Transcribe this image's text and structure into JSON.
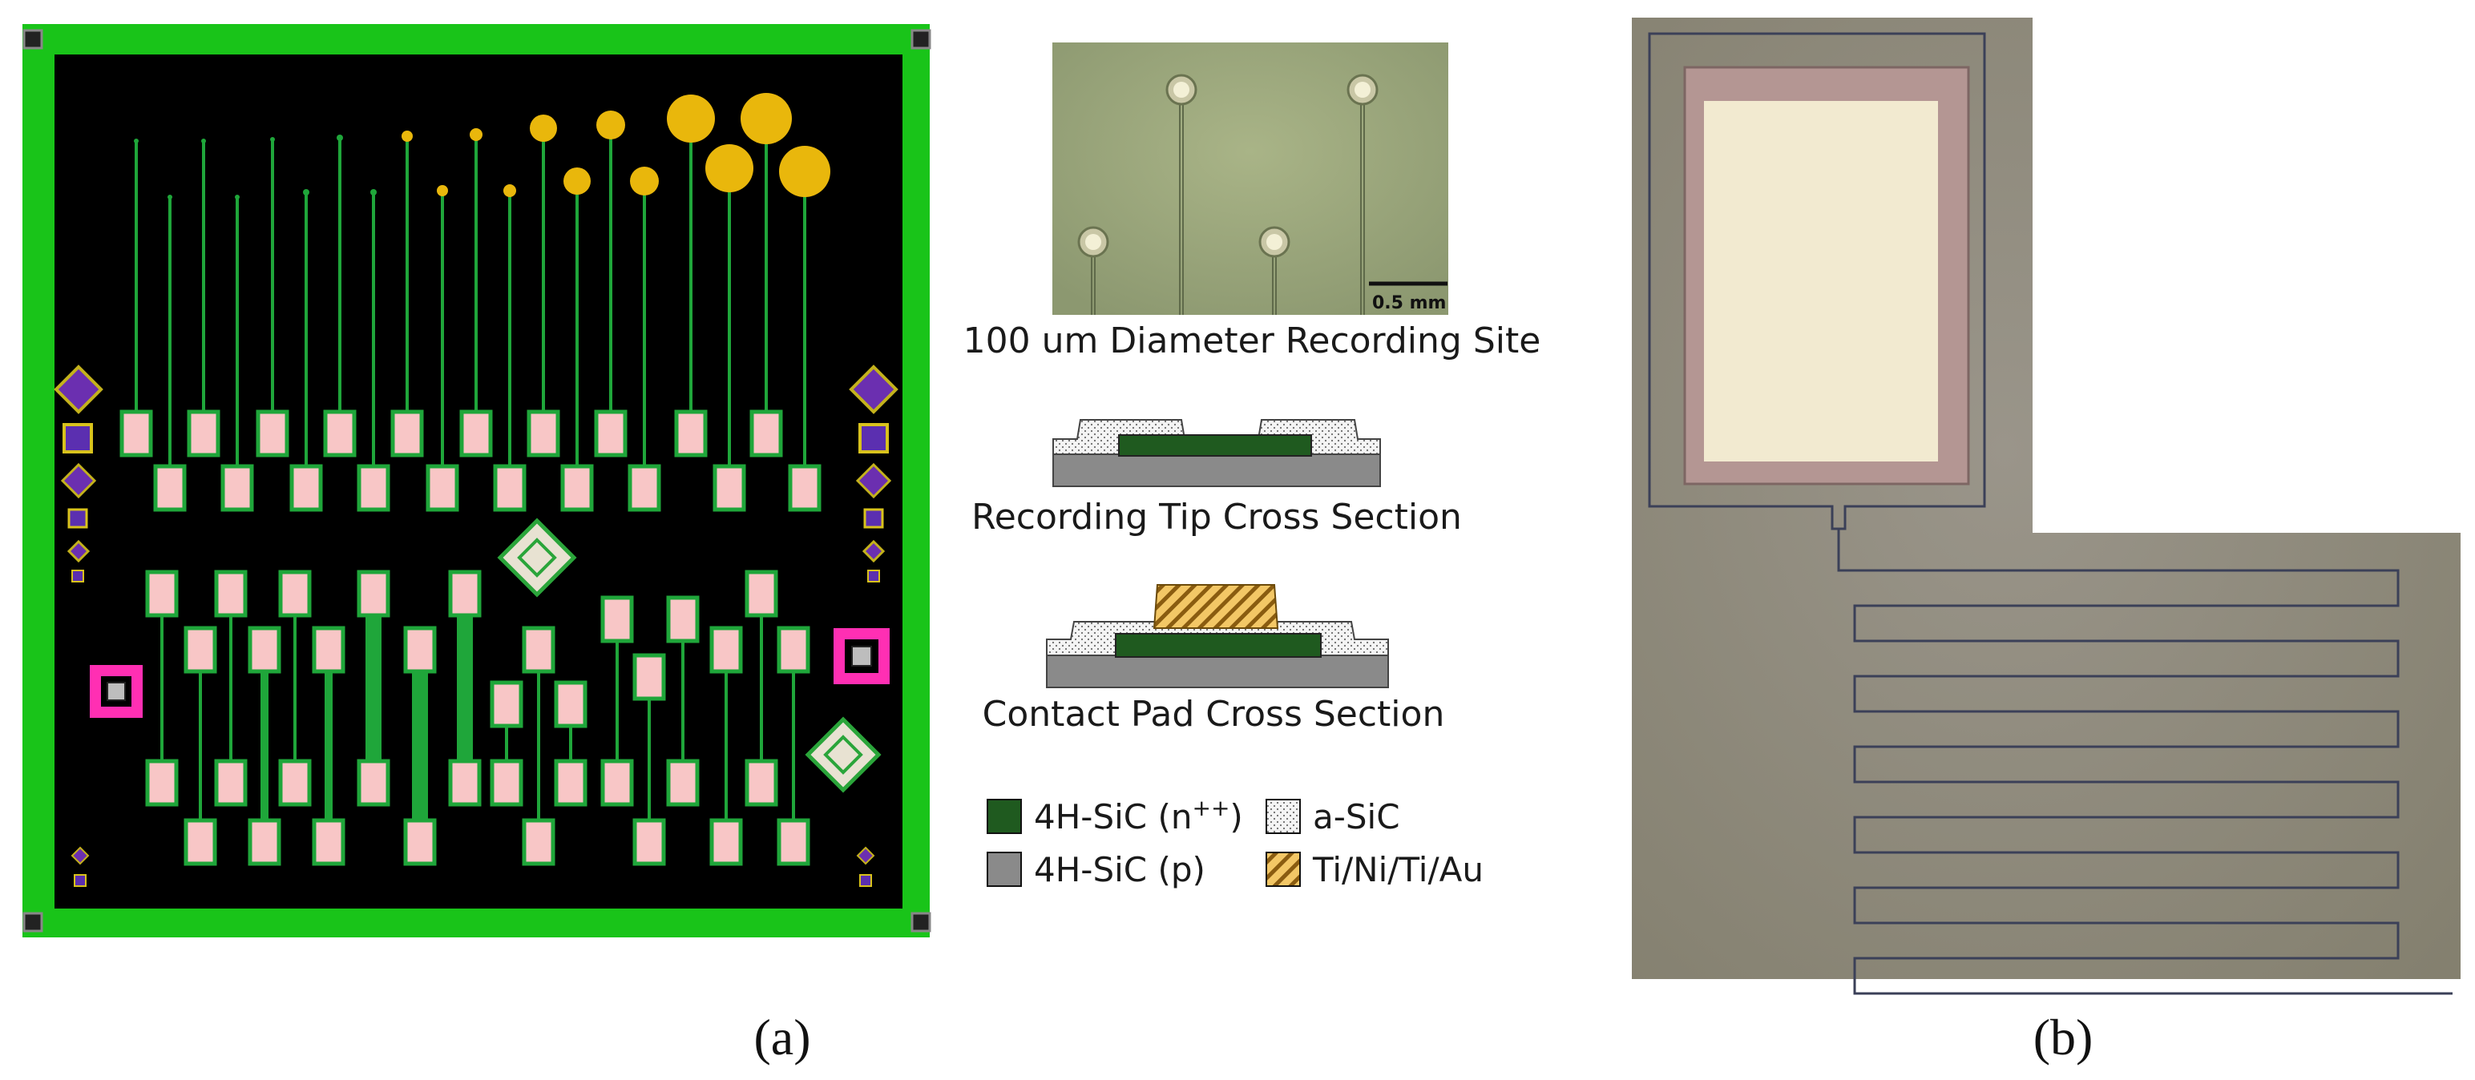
{
  "panels": {
    "a": {
      "caption": "(a)"
    },
    "b": {
      "caption": "(b)"
    }
  },
  "micrograph": {
    "scale_bar": "0.5 mm",
    "caption": "100 um Diameter Recording Site"
  },
  "cross_sections": {
    "recording_tip": "Recording Tip Cross Section",
    "contact_pad": "Contact Pad Cross Section"
  },
  "legend": {
    "items": [
      {
        "label": "4H-SiC (n++)",
        "base": "4H-SiC (n",
        "sup": "++",
        "tail": ")",
        "color": "#1f5a1f"
      },
      {
        "label": "a-SiC",
        "color": "#f2f2f2"
      },
      {
        "label": "4H-SiC (p)",
        "color": "#8a8a8a"
      },
      {
        "label": "Ti/Ni/Ti/Au",
        "color": "#e6b44c"
      }
    ]
  },
  "colors": {
    "layout_frame": "#19c419",
    "layout_bg": "#000000",
    "trace": "#1fa63a",
    "pad_fill": "#f8c6c6",
    "recording_site": "#e9b70c",
    "marker_magenta": "#ff2fb3",
    "micrograph_bg": "#98a47a",
    "device_bg": "#8f8a80"
  }
}
